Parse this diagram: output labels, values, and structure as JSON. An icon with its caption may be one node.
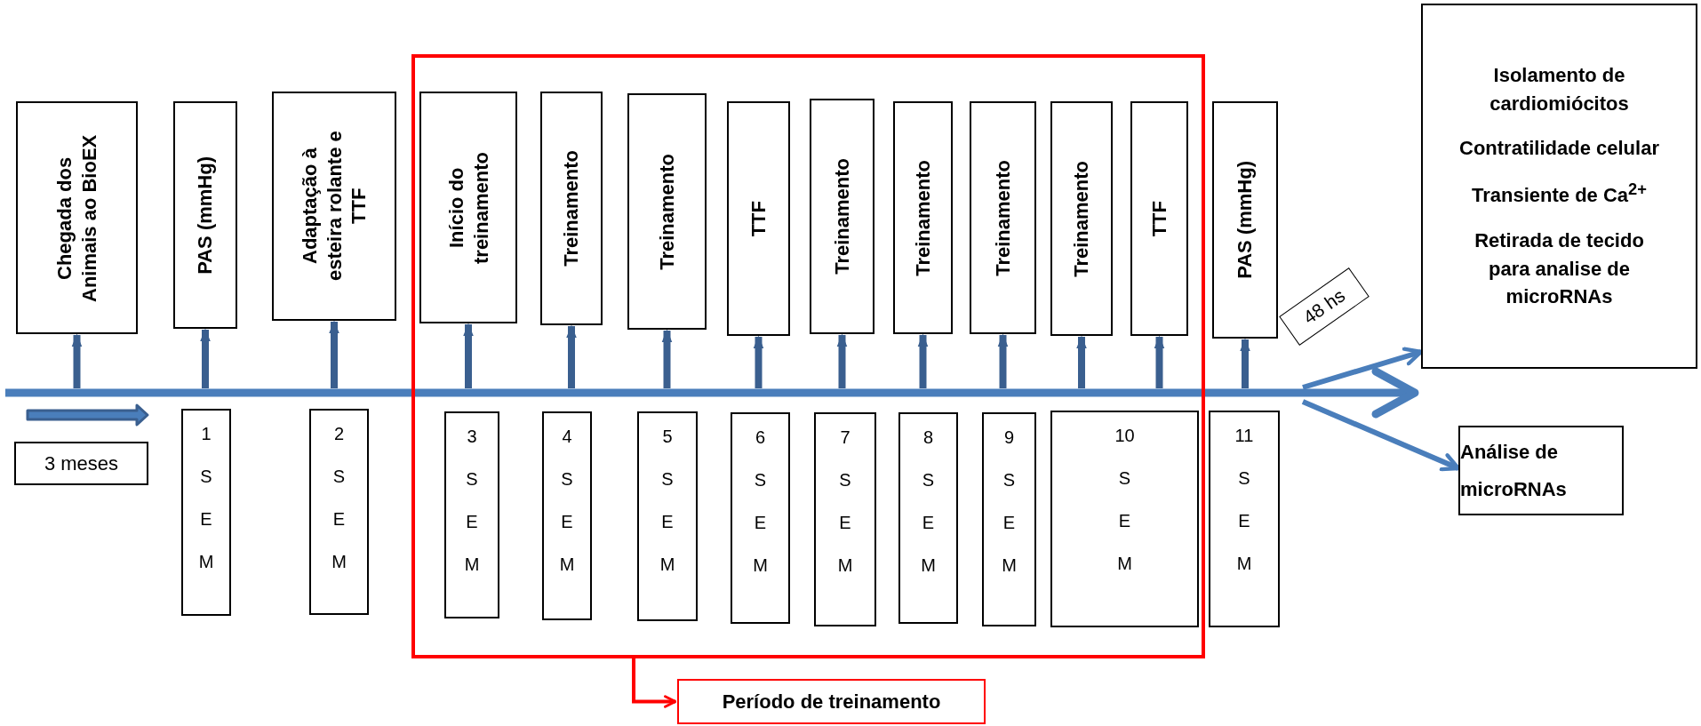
{
  "diagram": {
    "nodes": [
      {
        "text": [
          "Chegada dos Animais ao BioEX"
        ]
      },
      {
        "text": [
          "PAS (mmHg)"
        ]
      },
      {
        "text": [
          "Adaptação à esteira rolante e TTF"
        ]
      },
      {
        "text": [],
        "shape": "box"
      },
      {
        "text": [
          "Início do treinamento"
        ],
        "in": 3
      },
      {
        "text": [
          "Treinamento"
        ],
        "in": 3
      },
      {
        "text": [
          "Treinamento"
        ],
        "in": 3
      },
      {
        "text": [
          "TTF"
        ],
        "in": 3
      },
      {
        "text": [
          "Treinamento"
        ],
        "in": 3
      },
      {
        "text": [
          "Treinamento"
        ],
        "in": 3
      },
      {
        "text": [
          "Treinamento"
        ],
        "in": 3
      },
      {
        "text": [
          "Treinamento"
        ],
        "in": 3
      },
      {
        "text": [
          "TTF"
        ],
        "in": 3
      },
      {
        "text": [
          "PAS (mmHg)"
        ]
      },
      {
        "text": [
          "Isolamento de cardiomiócitos",
          "Contratilidade celular",
          "Transiente de Ca$^{2+}$",
          "Retirada de tecido para analise de microRNAs"
        ]
      },
      {
        "text": [
          "48 hs"
        ]
      },
      {
        "text": [
          "3 meses"
        ]
      },
      {
        "text": [
          "1 S E M"
        ]
      },
      {
        "text": [
          "2 S E M"
        ]
      },
      {
        "text": [
          "3 S E M"
        ],
        "in": 3
      },
      {
        "text": [
          "4 S E M"
        ],
        "in": 3
      },
      {
        "text": [
          "5 S E M"
        ],
        "in": 3
      },
      {
        "text": [
          "6 S E M"
        ],
        "in": 3
      },
      {
        "text": [
          "7 S E M"
        ],
        "in": 3
      },
      {
        "text": [
          "8 S E M"
        ],
        "in": 3
      },
      {
        "text": [
          "9 S E M"
        ],
        "in": 3
      },
      {
        "text": [
          "10 S E M"
        ],
        "in": 3
      },
      {
        "text": [
          "11 S E M"
        ]
      },
      {
        "text": [
          "Análise de microRNAs"
        ]
      },
      {
        "text": [
          "Período de treinamento"
        ]
      }
    ],
    "edges": [
      {
        "from": null,
        "to": 0,
        "arrow": "to"
      },
      {
        "from": null,
        "to": 1,
        "arrow": "to"
      },
      {
        "from": null,
        "to": 2,
        "arrow": "to"
      },
      {
        "from": null,
        "to": 4,
        "arrow": "to"
      },
      {
        "from": null,
        "to": 5,
        "arrow": "to"
      },
      {
        "from": null,
        "to": 6,
        "arrow": "to"
      },
      {
        "from": null,
        "to": 7,
        "arrow": "to"
      },
      {
        "from": null,
        "to": 8,
        "arrow": "to"
      },
      {
        "from": null,
        "to": 9,
        "arrow": "to"
      },
      {
        "from": null,
        "to": 10,
        "arrow": "to"
      },
      {
        "from": null,
        "to": 11,
        "arrow": "to"
      },
      {
        "from": null,
        "to": 12,
        "arrow": "to"
      },
      {
        "from": null,
        "to": 13,
        "arrow": "to"
      },
      {
        "from": null,
        "to": 14,
        "arrow": "to",
        "color": "#4a7ebb"
      },
      {
        "from": null,
        "to": 28,
        "arrow": "to",
        "color": "#4a7ebb"
      },
      {
        "from": 3,
        "to": 29,
        "arrow": "to",
        "color": "#ff0000"
      }
    ]
  }
}
